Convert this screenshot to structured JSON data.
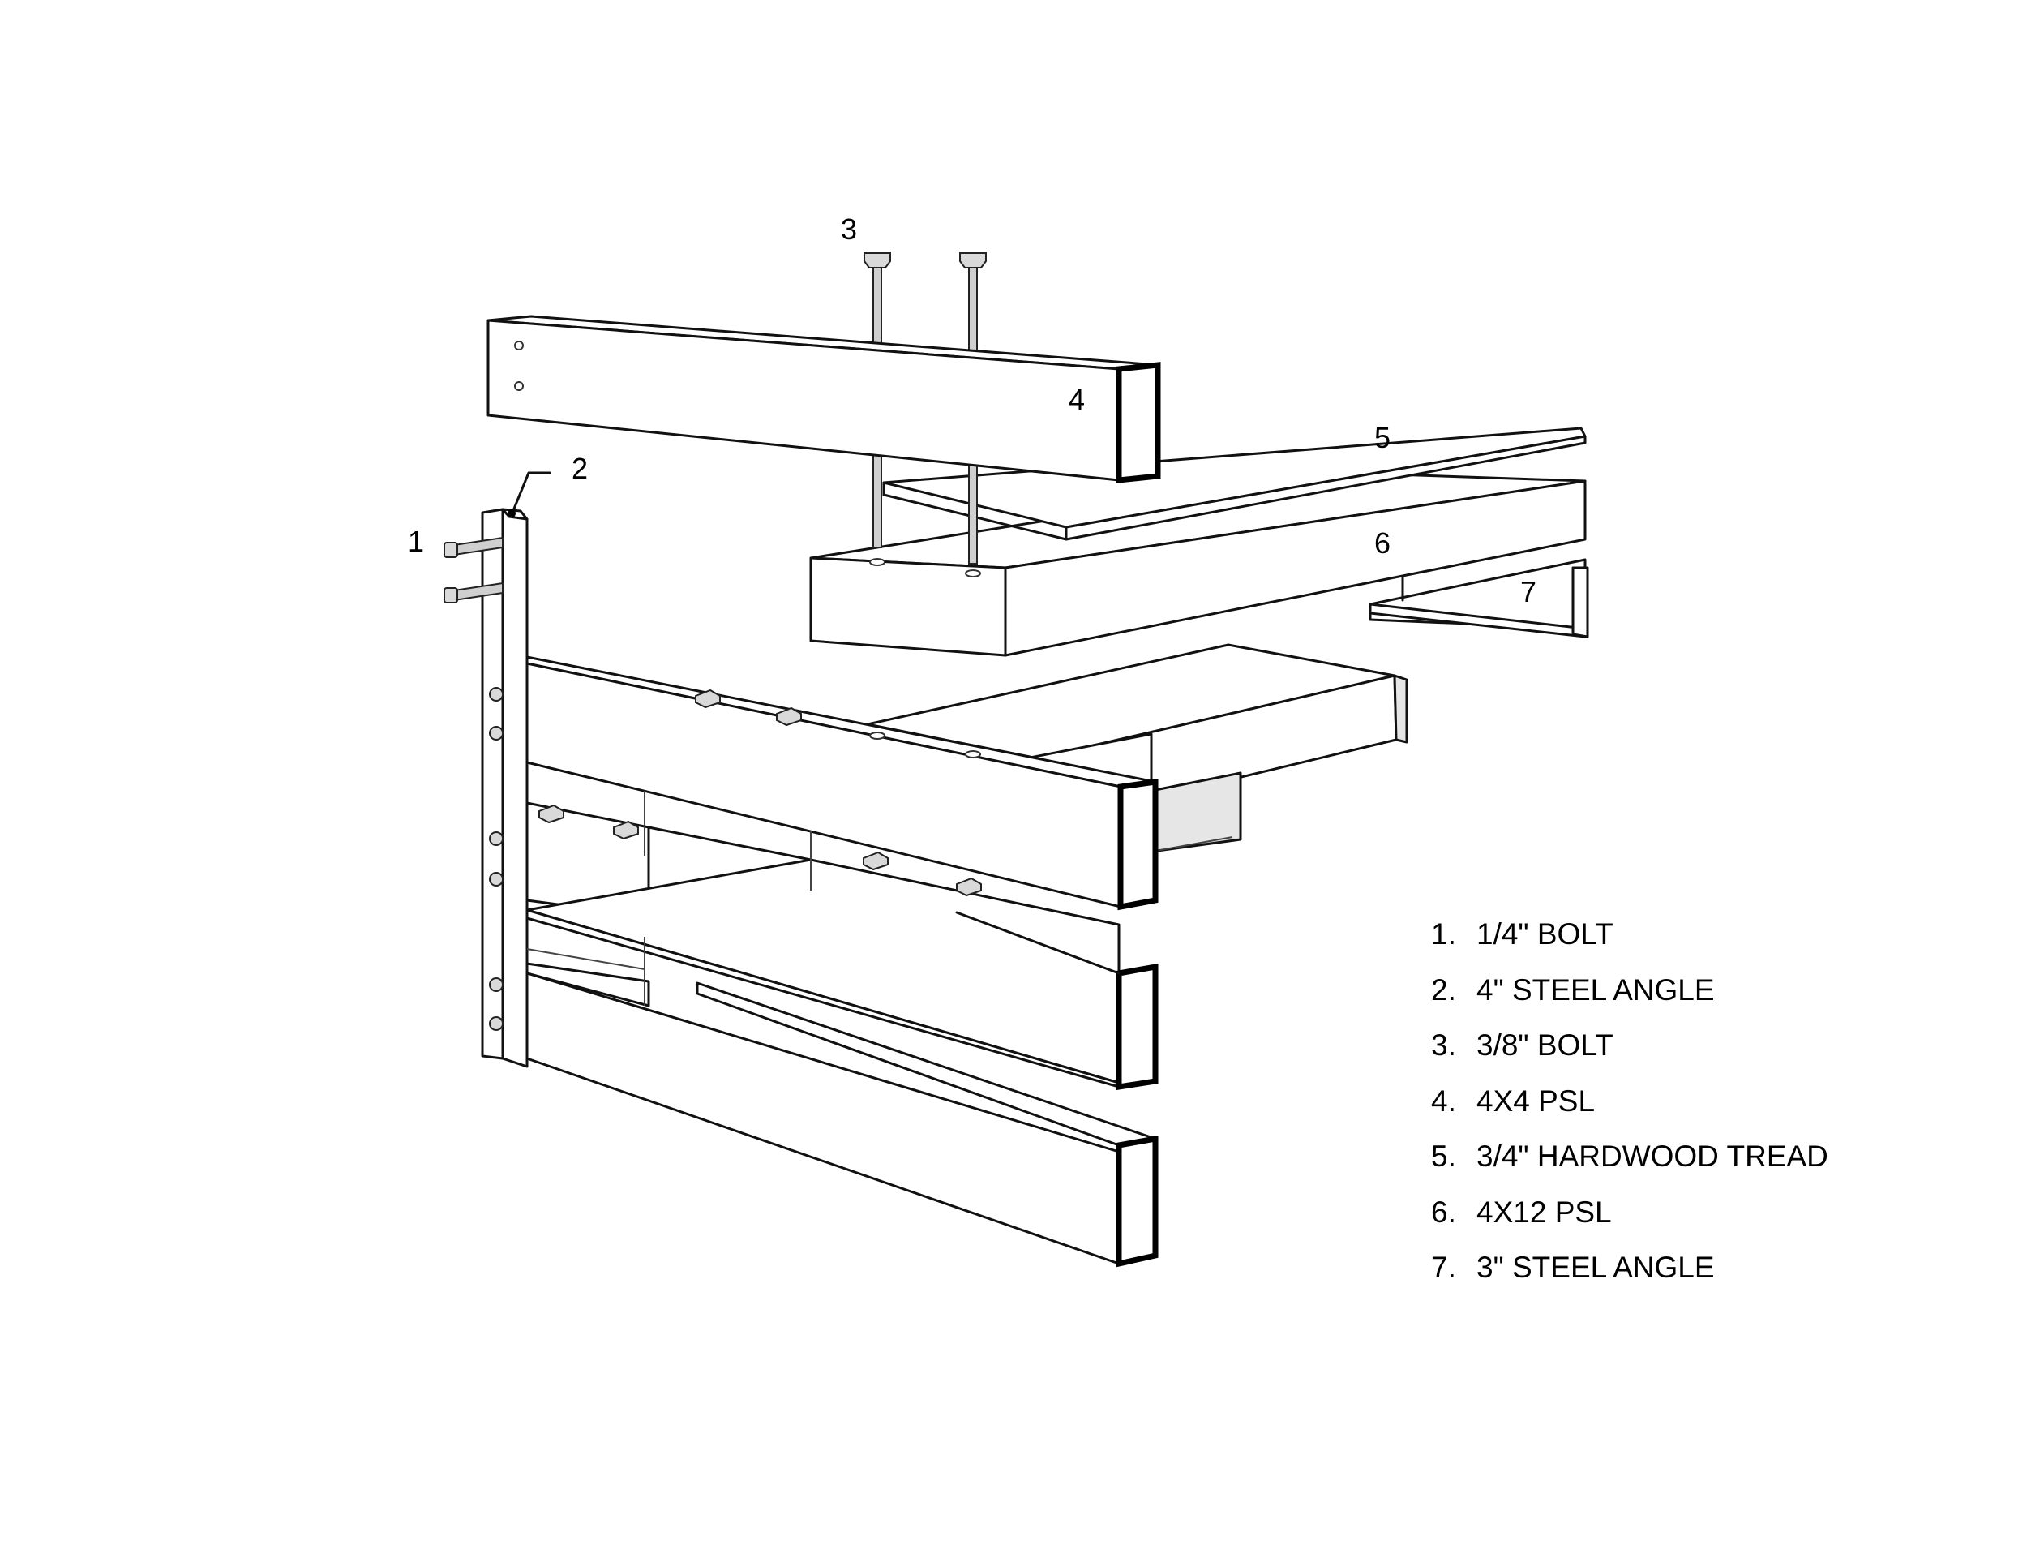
{
  "callouts": [
    "1",
    "2",
    "3",
    "4",
    "5",
    "6",
    "7"
  ],
  "legend": [
    {
      "number": "1.",
      "label": "1/4\" BOLT"
    },
    {
      "number": "2.",
      "label": "4\" STEEL ANGLE"
    },
    {
      "number": "3.",
      "label": "3/8\" BOLT"
    },
    {
      "number": "4.",
      "label": "4X4 PSL"
    },
    {
      "number": "5.",
      "label": "3/4\" HARDWOOD TREAD"
    },
    {
      "number": "6.",
      "label": "4X12 PSL"
    },
    {
      "number": "7.",
      "label": "3\" STEEL ANGLE"
    }
  ]
}
